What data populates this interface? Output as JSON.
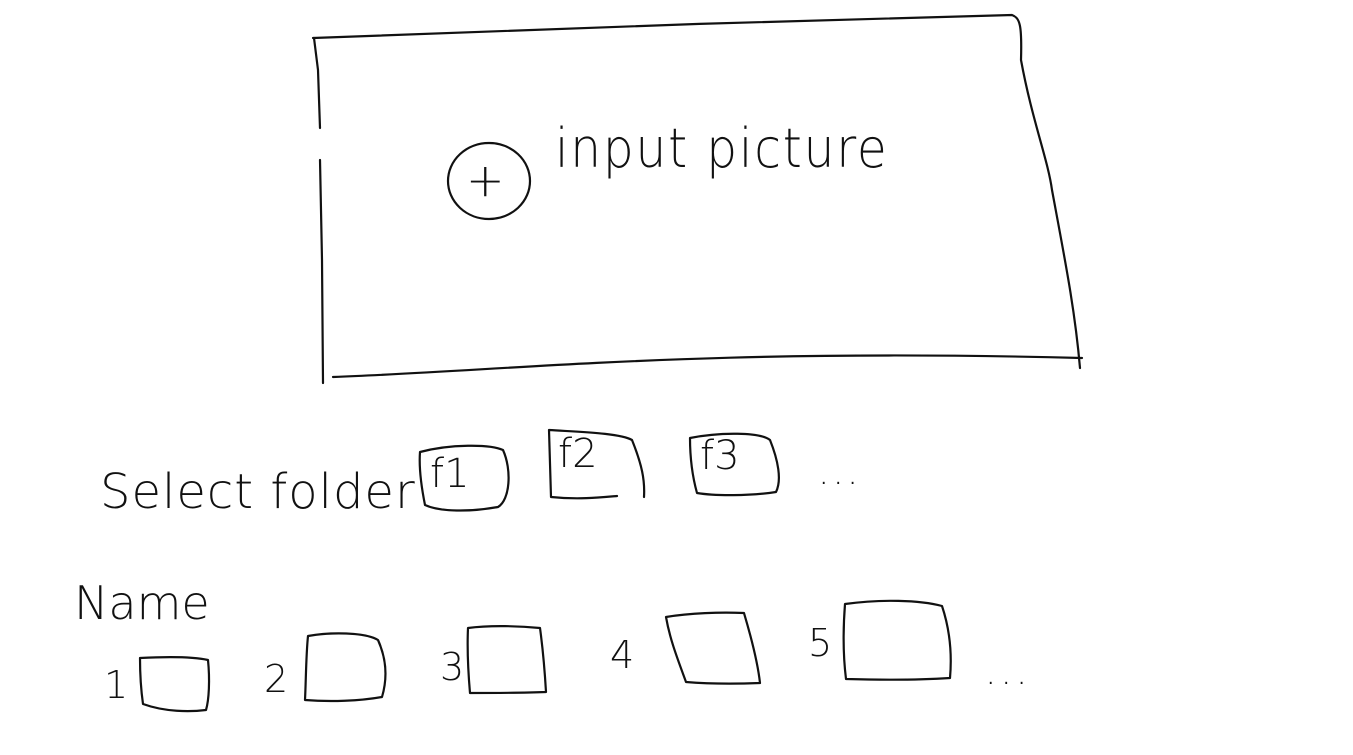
{
  "upload": {
    "label": "input picture",
    "icon": "plus-circle-icon"
  },
  "folders": {
    "label": "Select folder",
    "items": [
      "f1",
      "f2",
      "f3"
    ],
    "more": "..."
  },
  "names": {
    "label": "Name",
    "slots": [
      "1",
      "2",
      "3",
      "4",
      "5"
    ],
    "more": "..."
  }
}
